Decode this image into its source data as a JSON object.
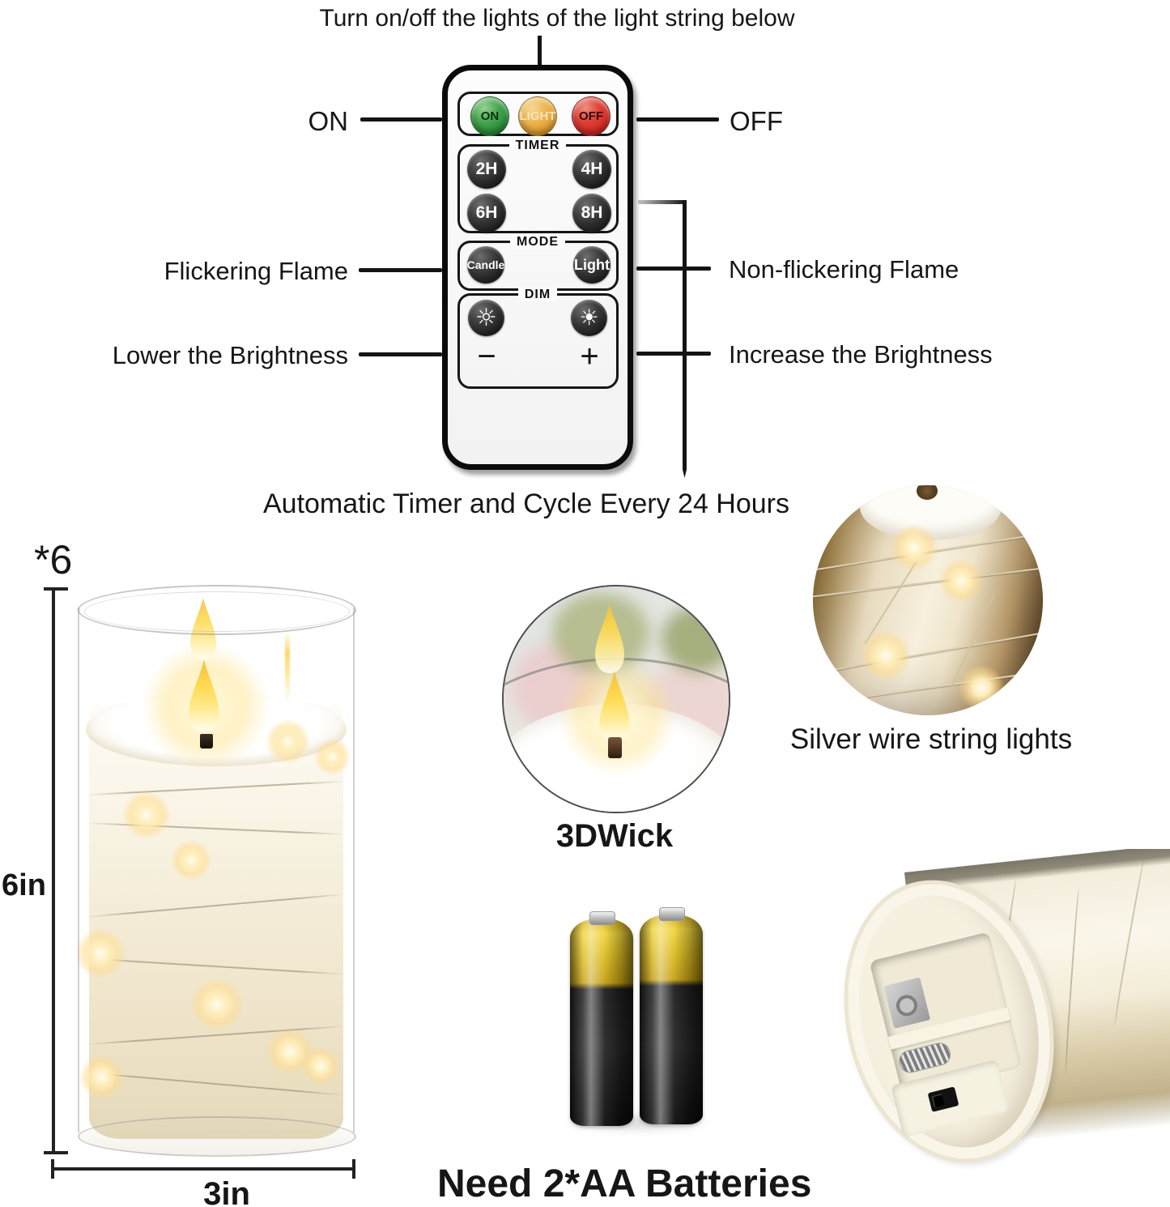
{
  "captions": {
    "top": "Turn on/off the lights of the light string below",
    "bottom": "Automatic Timer and Cycle Every 24 Hours"
  },
  "callouts": {
    "on": "ON",
    "off": "OFF",
    "flickering": "Flickering Flame",
    "non_flickering": "Non-flickering Flame",
    "lower": "Lower the Brightness",
    "increase": "Increase the Brightness"
  },
  "remote": {
    "power_buttons": [
      {
        "label": "ON",
        "color": "#2f9440"
      },
      {
        "label": "LIGHT",
        "color": "#e9ad43"
      },
      {
        "label": "OFF",
        "color": "#d62f28"
      }
    ],
    "timer_group": {
      "title": "TIMER",
      "buttons": [
        "2H",
        "4H",
        "6H",
        "8H"
      ]
    },
    "mode_group": {
      "title": "MODE",
      "buttons": [
        "Candle",
        "Light"
      ]
    },
    "dim_group": {
      "title": "DIM",
      "dim_icon": "☼",
      "bright_icon": "☀",
      "minus_label": "−",
      "plus_label": "+"
    }
  },
  "dimensions": {
    "quantity": "*6",
    "height": "6in",
    "diameter": "3in"
  },
  "features": {
    "wick": "3DWick",
    "string_lights": "Silver wire string lights",
    "battery_note": "Need 2*AA Batteries"
  },
  "colors": {
    "flame": "#ffd84d",
    "glow": "#ffeebb",
    "remote_body": "#f7f7f7",
    "text": "#161616"
  }
}
